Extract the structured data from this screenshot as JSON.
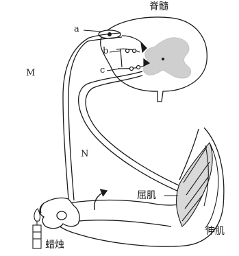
{
  "labels": {
    "spinal_cord": "脊髓",
    "a": "a",
    "b": "b",
    "c": "c",
    "M": "M",
    "N": "N",
    "flexor": "屈肌",
    "extensor": "伸肌",
    "candle": "蜡烛"
  },
  "colors": {
    "ink": "#1a1a1a",
    "grey_matter": "#cfcfcf",
    "muscle_fill": "#d9d9d9"
  }
}
